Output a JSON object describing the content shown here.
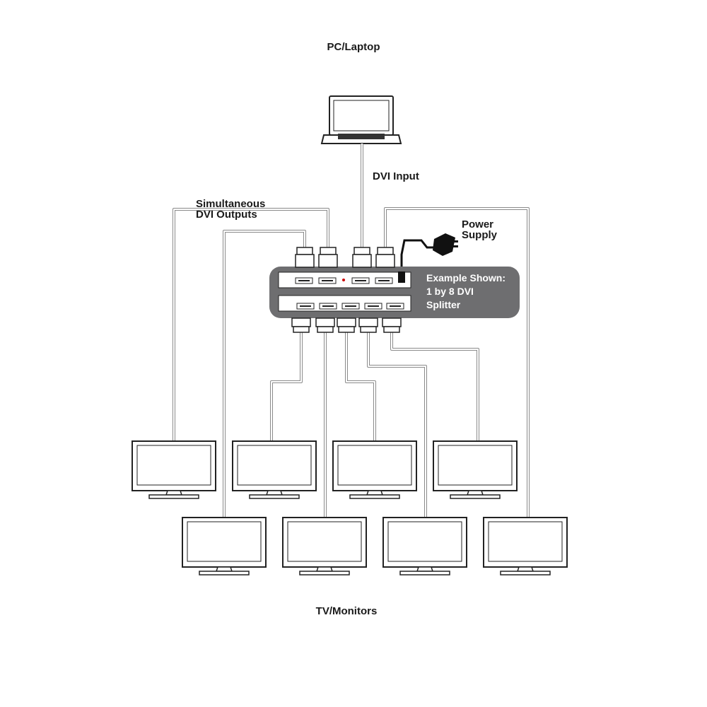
{
  "labels": {
    "pc_laptop": "PC/Laptop",
    "dvi_input": "DVI Input",
    "simultaneous_line1": "Simultaneous",
    "simultaneous_line2": "DVI Outputs",
    "power_line1": "Power",
    "power_line2": "Supply",
    "example_line1": "Example Shown:",
    "example_line2": "1 by 8 DVI",
    "example_line3": "Splitter",
    "tv_monitors": "TV/Monitors"
  },
  "colors": {
    "splitter_body": "#6e6e70",
    "cable": "#8a8a8a",
    "ink": "#1a1a1a"
  },
  "icons": {
    "laptop": "laptop-icon",
    "monitor": "monitor-icon",
    "power_adapter": "power-adapter-icon",
    "connector": "dvi-connector-icon"
  }
}
